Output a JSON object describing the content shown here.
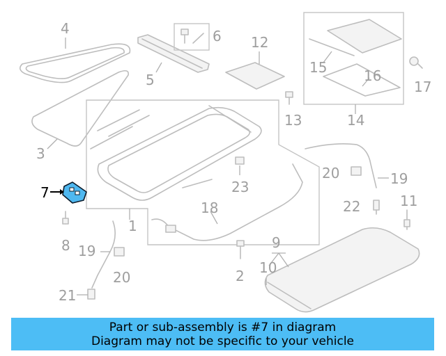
{
  "diagram": {
    "highlight_color": "#4fb8f0",
    "banner_color": "#4dbdf5",
    "callouts": {
      "c1": "1",
      "c2": "2",
      "c3": "3",
      "c4": "4",
      "c5": "5",
      "c6": "6",
      "c7": "7",
      "c8": "8",
      "c9": "9",
      "c10": "10",
      "c11": "11",
      "c12": "12",
      "c13": "13",
      "c14": "14",
      "c15": "15",
      "c16": "16",
      "c17": "17",
      "c18": "18",
      "c19a": "19",
      "c19b": "19",
      "c20a": "20",
      "c20b": "20",
      "c21": "21",
      "c22": "22",
      "c23": "23"
    }
  },
  "banner": {
    "line1": "Part or sub-assembly is #7 in diagram",
    "line2": "Diagram may not be specific to your vehicle"
  }
}
